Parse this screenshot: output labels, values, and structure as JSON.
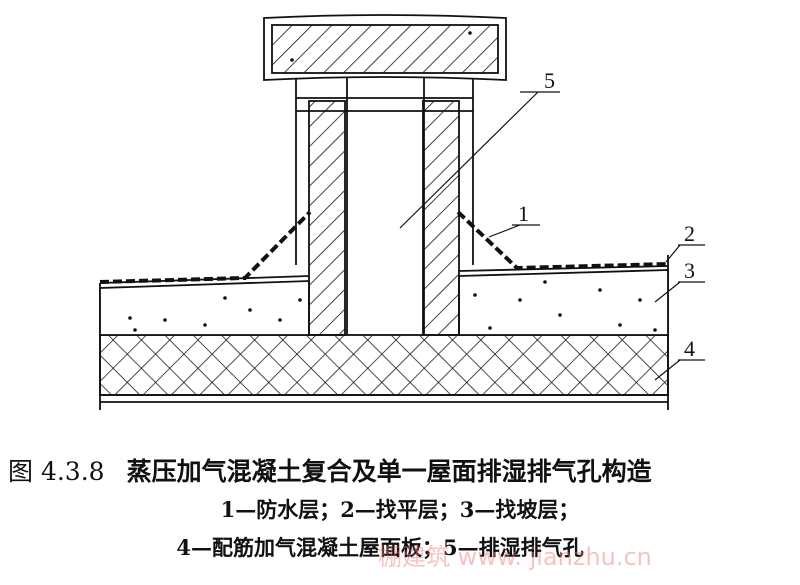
{
  "figure": {
    "number": "图 4.3.8",
    "title": "蒸压加气混凝土复合及单一屋面排湿排气孔构造",
    "legend_line1": "1—防水层；2—找平层；3—找坡层；",
    "legend_line2": "4—配筋加气混凝土屋面板；5—排湿排气孔"
  },
  "labels": {
    "l1": "1",
    "l2": "2",
    "l3": "3",
    "l4": "4",
    "l5": "5"
  },
  "watermark": "棚建筑 www.    jianzhu.cn"
}
